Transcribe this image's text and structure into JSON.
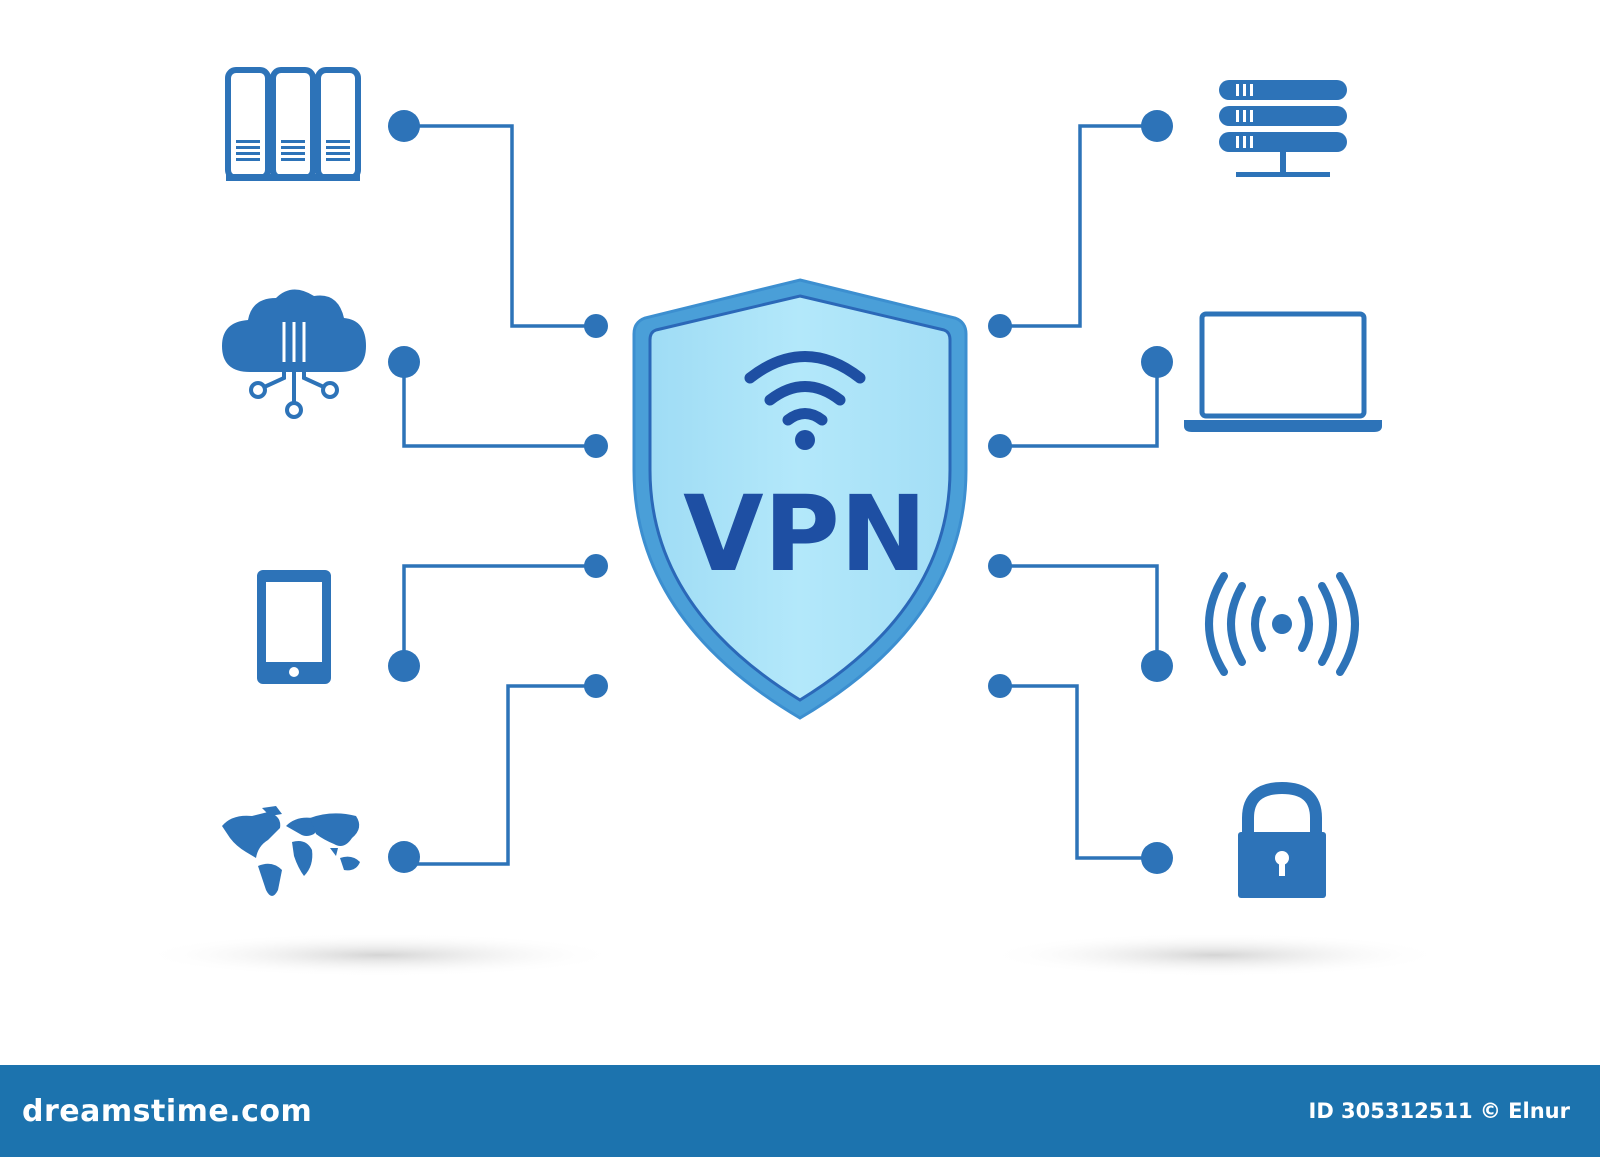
{
  "shield": {
    "label": "VPN",
    "icon": "wifi-icon"
  },
  "nodes": {
    "left": [
      "server-rack-icon",
      "cloud-network-icon",
      "tablet-icon",
      "world-map-icon"
    ],
    "right": [
      "database-server-icon",
      "laptop-icon",
      "wireless-signal-icon",
      "padlock-icon"
    ]
  },
  "colors": {
    "accent": "#2d73b8",
    "shield_fill": "#a6e0f6",
    "shield_border": "#4a9fd8",
    "label": "#1e4fa3",
    "footer": "#1c73ae"
  },
  "footer": {
    "brand": "dreamstime.com",
    "credit": "ID 305312511 © Elnur"
  }
}
